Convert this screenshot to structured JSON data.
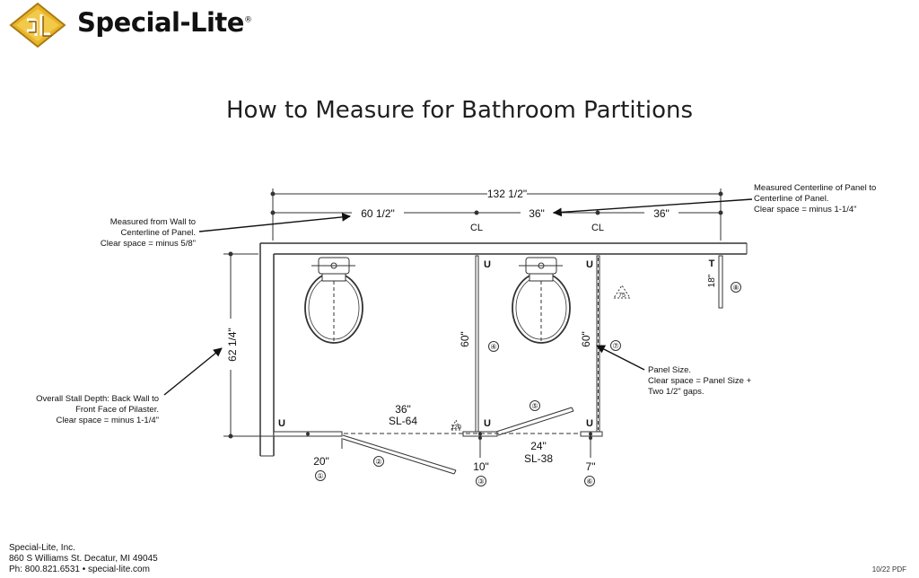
{
  "brand": {
    "name": "Special-Lite",
    "registered": "®"
  },
  "title": "How to Measure for Bathroom Partitions",
  "dimensions": {
    "overall_width": "132 1/2\"",
    "wall_to_cl": "60 1/2\"",
    "cl_to_cl": "36\"",
    "cl_to_end": "36\"",
    "stall_depth": "62 1/4\"",
    "panel_height_a": "60\"",
    "panel_height_b": "60\"",
    "end_panel": "18\"",
    "door_a": "36\"",
    "door_a_model": "SL-64",
    "door_b": "24\"",
    "door_b_model": "SL-38",
    "pilaster_1": "20\"",
    "pilaster_3": "10\"",
    "pilaster_6": "7\""
  },
  "markers": {
    "centerline": "CL",
    "u_bracket": "U",
    "t_bracket": "T",
    "callouts": [
      "①",
      "②",
      "③",
      "④",
      "⑤",
      "⑥",
      "⑦",
      "⑧"
    ],
    "swing_a": "120",
    "swing_b": "75"
  },
  "notes": {
    "wall_to_centerline": [
      "Measured from Wall to",
      "Centerline of Panel.",
      "Clear space = minus 5/8\""
    ],
    "centerline_to_centerline": [
      "Measured Centerline of Panel to",
      "Centerline of Panel.",
      "Clear space = minus 1-1/4\""
    ],
    "stall_depth": [
      "Overall Stall Depth: Back Wall to",
      "Front Face of Pilaster.",
      "Clear space = minus 1-1/4\""
    ],
    "panel_size": [
      "Panel Size.",
      "Clear space = Panel Size +",
      "Two 1/2\" gaps."
    ]
  },
  "footer": {
    "company": "Special-Lite, Inc.",
    "address": "860 S Williams St. Decatur, MI 49045",
    "contact": "Ph: 800.821.6531 • special-lite.com",
    "doc_code": "10/22 PDF"
  },
  "colors": {
    "logo_gold": "#e8b42a",
    "logo_dark": "#a97a12",
    "line": "#333333"
  }
}
